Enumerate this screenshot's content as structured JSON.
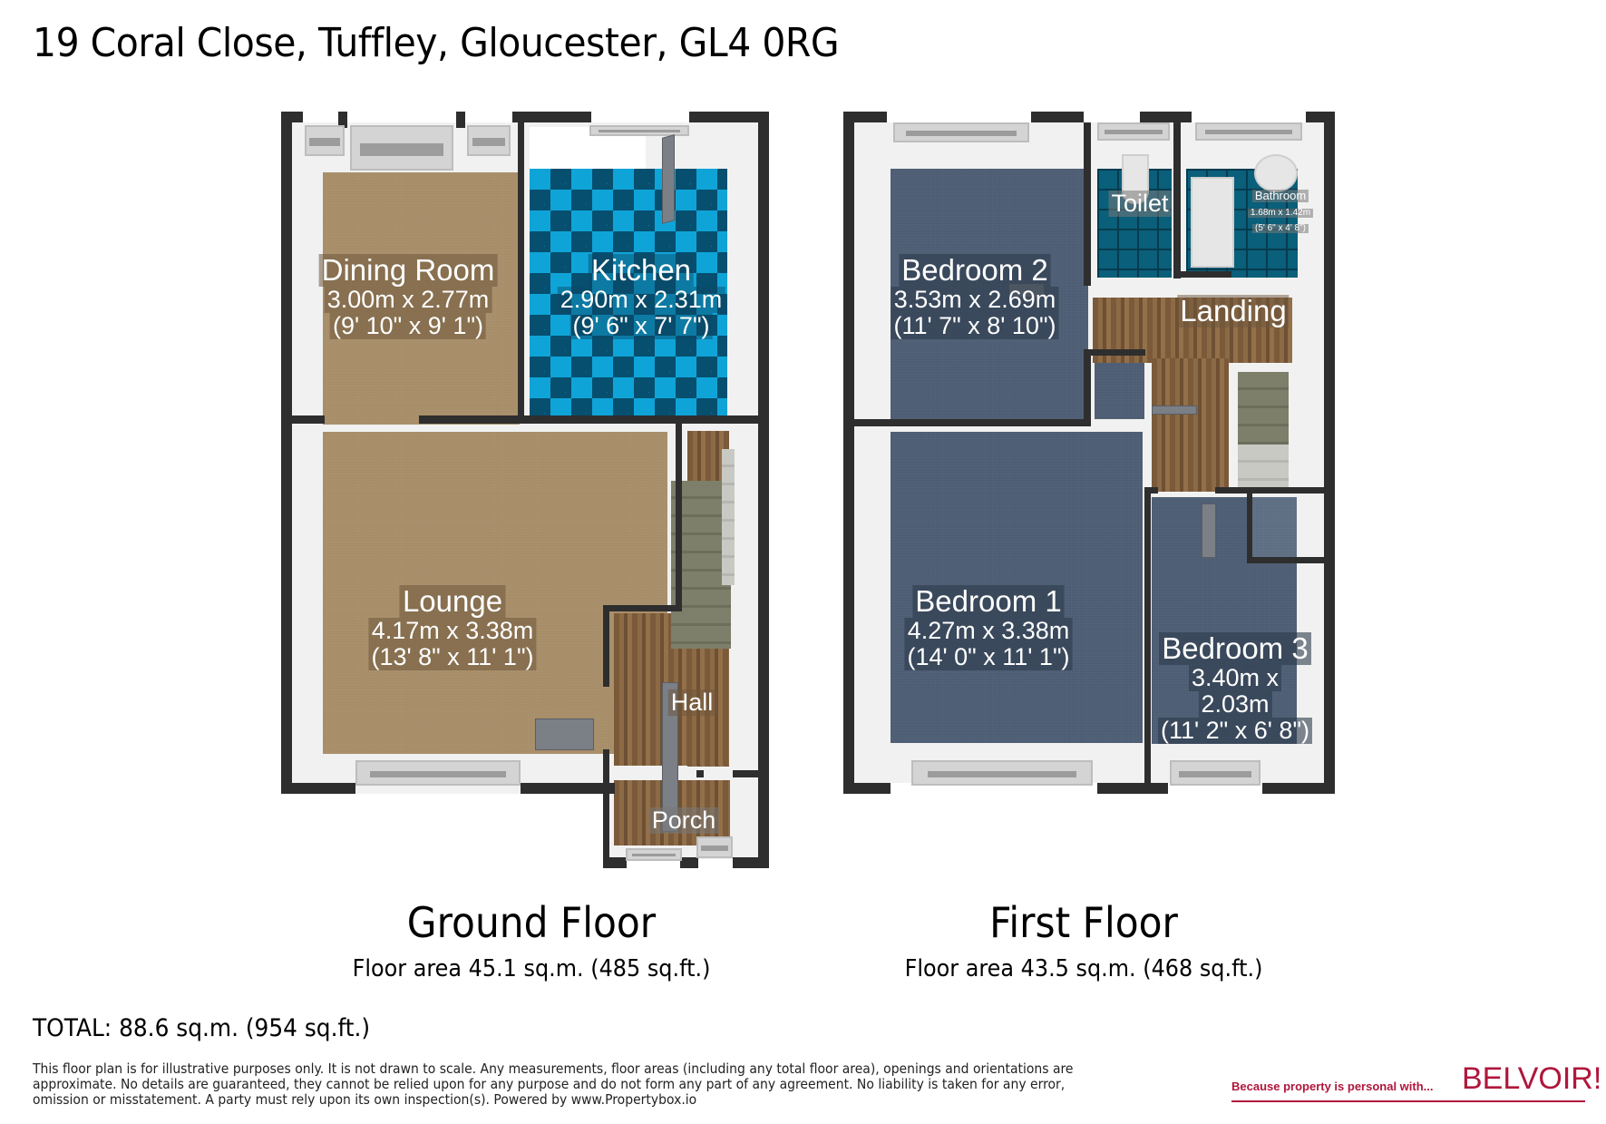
{
  "header": {
    "address": "19 Coral Close, Tuffley, Gloucester, GL4 0RG"
  },
  "ground_floor": {
    "title": "Ground Floor",
    "area": "Floor area 45.1 sq.m. (485 sq.ft.)",
    "rooms": [
      {
        "name": "Dining Room",
        "metric": "3.00m x 2.77m",
        "imperial": "(9' 10\" x 9' 1\")",
        "floor": "carpet"
      },
      {
        "name": "Kitchen",
        "metric": "2.90m x 2.31m",
        "imperial": "(9' 6\" x 7' 7\")",
        "floor": "blue-checker-tile"
      },
      {
        "name": "Lounge",
        "metric": "4.17m x 3.38m",
        "imperial": "(13' 8\" x 11' 1\")",
        "floor": "carpet"
      },
      {
        "name": "Hall",
        "floor": "wood"
      },
      {
        "name": "Porch",
        "floor": "wood"
      }
    ]
  },
  "first_floor": {
    "title": "First Floor",
    "area": "Floor area 43.5 sq.m. (468 sq.ft.)",
    "rooms": [
      {
        "name": "Bedroom 2",
        "metric": "3.53m x 2.69m",
        "imperial": "(11' 7\" x 8' 10\")",
        "floor": "blue-carpet"
      },
      {
        "name": "Toilet",
        "floor": "blue-tile"
      },
      {
        "name": "Bathroom",
        "metric": "1.68m x 1.42m",
        "imperial": "(5' 6\" x 4' 8\")",
        "floor": "blue-tile"
      },
      {
        "name": "Landing",
        "floor": "wood"
      },
      {
        "name": "Bedroom 1",
        "metric": "4.27m x 3.38m",
        "imperial": "(14' 0\" x 11' 1\")",
        "floor": "blue-carpet"
      },
      {
        "name": "Bedroom 3",
        "metric_line1": "3.40m x",
        "metric_line2": "2.03m",
        "imperial": "(11' 2\" x 6' 8\")",
        "floor": "blue-carpet"
      }
    ]
  },
  "footer": {
    "total": "TOTAL: 88.6 sq.m. (954 sq.ft.)",
    "disclaimer": "This floor plan is for illustrative purposes only. It is not drawn to scale. Any measurements, floor areas (including any total floor area), openings and orientations are approximate. No details are guaranteed, they cannot be relied upon for any purpose and do not form any part of any agreement. No liability is taken for any error, omission or misstatement. A party must rely upon its own inspection(s). Powered by www.Propertybox.io"
  },
  "branding": {
    "tagline": "Because property is personal with...",
    "logo": "BELVOIR!",
    "color": "#b0163c"
  },
  "colors": {
    "wall": "#2e2e2e",
    "carpet": "#a78d68",
    "kitchen_tile_light": "#0fa4d8",
    "kitchen_tile_dark": "#064f6f",
    "bedroom_carpet": "#4d5d73",
    "bathroom_tile": "#0a5f7a",
    "wood": "#8c6a45"
  }
}
